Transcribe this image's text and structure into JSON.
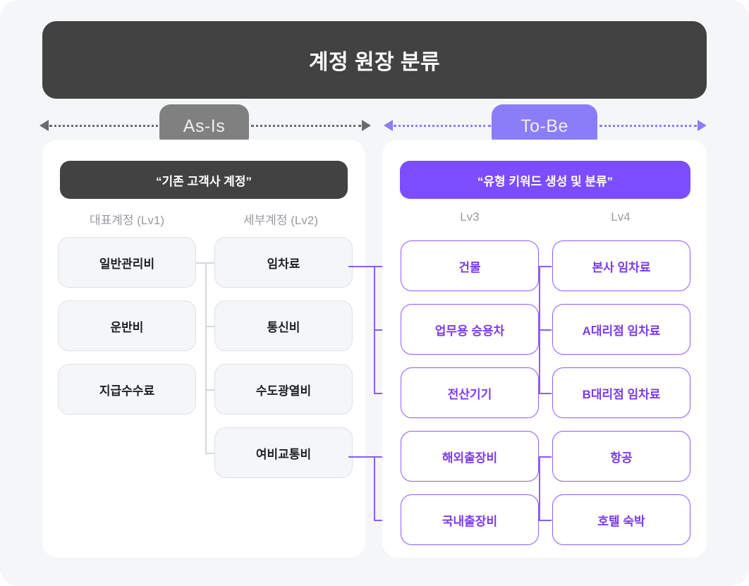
{
  "header": {
    "title": "계정 원장 분류"
  },
  "phases": {
    "as_is": {
      "label": "As-Is",
      "color": "#808080"
    },
    "to_be": {
      "label": "To-Be",
      "color": "#8b7cf8"
    }
  },
  "left_panel": {
    "header": "“기존 고객사 계정”",
    "columns": [
      {
        "label": "대표계정 (Lv1)"
      },
      {
        "label": "세부계정 (Lv2)"
      }
    ],
    "lv1": [
      {
        "label": "일반관리비"
      },
      {
        "label": "운반비"
      },
      {
        "label": "지급수수료"
      }
    ],
    "lv2": [
      {
        "label": "임차료"
      },
      {
        "label": "통신비"
      },
      {
        "label": "수도광열비"
      },
      {
        "label": "여비교통비"
      }
    ]
  },
  "right_panel": {
    "header": "“유형 키워드 생성 및 분류”",
    "columns": [
      {
        "label": "Lv3"
      },
      {
        "label": "Lv4"
      }
    ],
    "lv3": [
      {
        "label": "건물"
      },
      {
        "label": "업무용 승용차"
      },
      {
        "label": "전산기기"
      },
      {
        "label": "해외출장비"
      },
      {
        "label": "국내출장비"
      }
    ],
    "lv4": [
      {
        "label": "본사 임차료"
      },
      {
        "label": "A대리점 임차료"
      },
      {
        "label": "B대리점 임차료"
      },
      {
        "label": "항공"
      },
      {
        "label": "호텔 숙박"
      }
    ]
  },
  "colors": {
    "page_background": "#f5f6f8",
    "panel_background": "#ffffff",
    "dark": "#424242",
    "accent_purple": "#7c4dff",
    "node_purple_border": "#8b5cf6",
    "node_gray_border": "#dfe1e5",
    "muted_text": "#9a9aa0"
  }
}
